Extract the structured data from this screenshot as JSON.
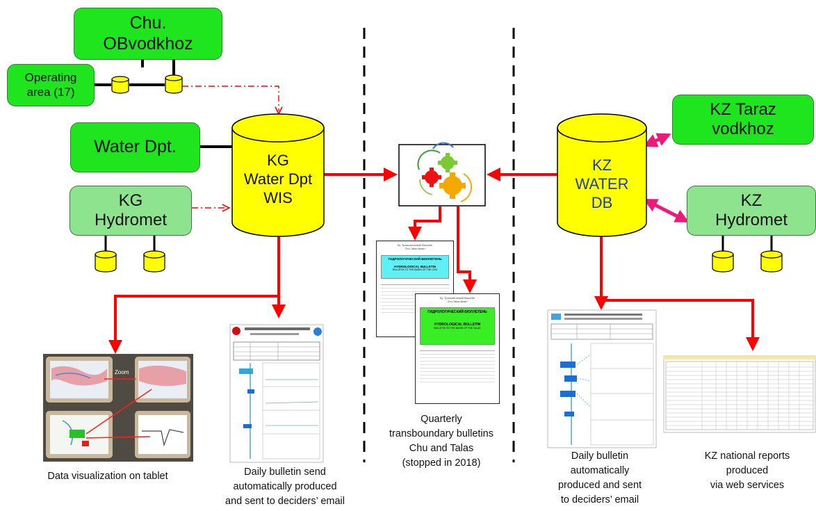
{
  "nodes": {
    "chu_obvodkhoz": "Chu.\nOBvodkhoz",
    "operating_area": "Operating\narea (17)",
    "water_dpt": "Water Dpt.",
    "kg_hydromet": "KG\nHydromet",
    "kg_water_dpt_wis": "KG\nWater Dpt\nWIS",
    "kz_water_db": "KZ\nWATER\nDB",
    "kz_taraz_vodkhoz": "KZ Taraz\nvodkhoz",
    "kz_hydromet": "KZ\nHydromet"
  },
  "captions": {
    "tablet": "Data visualization on tablet",
    "kg_daily_bulletin": "Daily bulletin send\nautomatically produced\nand sent to deciders’ email",
    "quarterly": "Quarterly\ntransboundary bulletins\nChu and Talas\n(stopped in 2018)",
    "kz_daily_bulletin": "Daily bulletin\nautomatically\nproduced and sent\nto deciders’ email",
    "kz_reports": "KZ national reports\nproduced\nvia web services"
  },
  "tablet_thumbnail": {
    "zoom_label": "Zoom"
  },
  "bulletins": {
    "chu": {
      "header": "Ку. Транснический бассейн\nChu-Talas Basin",
      "title_ru": "ГИДРОЛОГИЧЕСКИЙ БЮЛЛЕТЕНЬ",
      "title_en": "HYDROLOGICAL BULLETIN",
      "subtitle": "BULLETIN TO THE BASIN OF THE CHU",
      "color": "#5ff0f5"
    },
    "talas": {
      "header": "Ку. Транснический бассейн\nChu-Talas Basin",
      "title_ru": "ГИДРОЛОГИЧЕСКИЙ БЮЛЛЕТЕНЬ",
      "title_en": "HYDROLOGICAL BULLETIN",
      "subtitle": "BULLETIN TO THE BASIN OF THE TALAS",
      "color": "#39ee24"
    }
  },
  "colors": {
    "node_green": "#1ee51e",
    "node_light_green": "#8ee48e",
    "cylinder_yellow": "#ffff00",
    "flow_red": "#ff0000",
    "exchange_pink": "#ee1a7a",
    "link_black": "#000000"
  },
  "icons": [
    "gear-cluster-icon",
    "database-icon",
    "tablet-icon"
  ]
}
